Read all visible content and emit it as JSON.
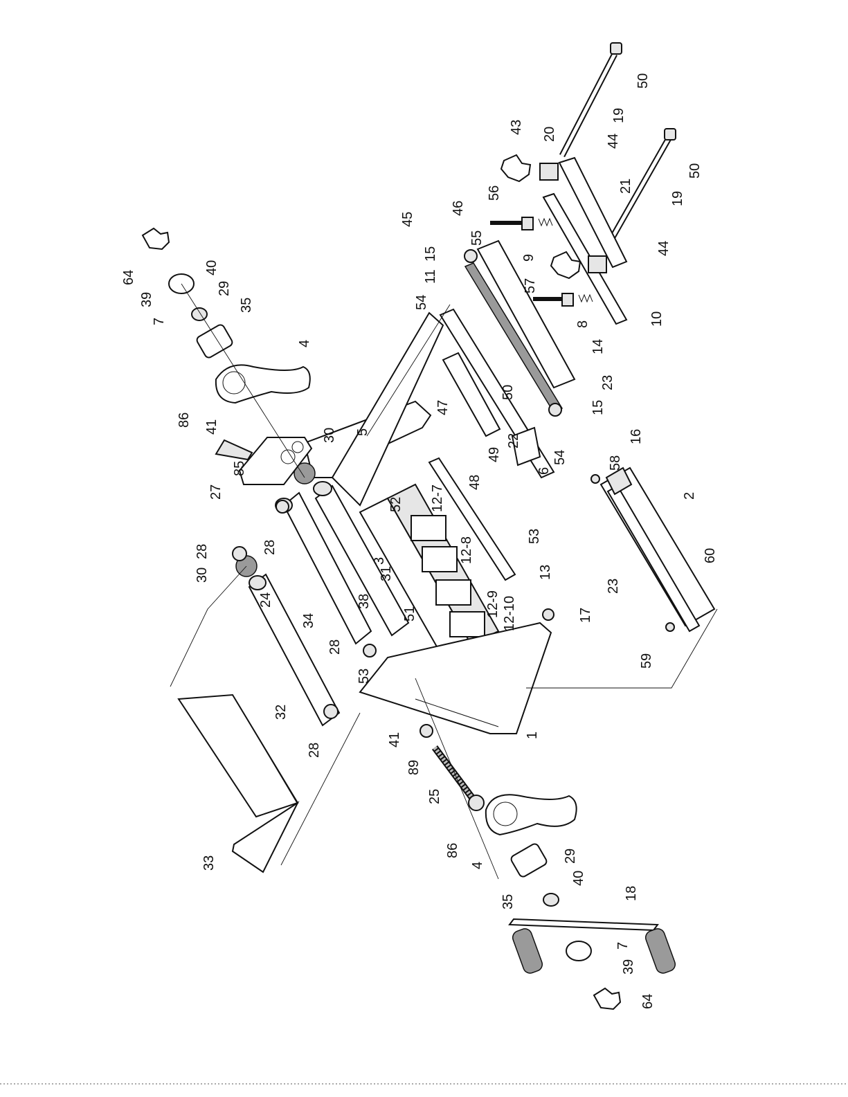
{
  "callouts": [
    "50",
    "19",
    "43",
    "20",
    "44",
    "50",
    "21",
    "19",
    "45",
    "46",
    "56",
    "55",
    "15",
    "9",
    "44",
    "11",
    "54",
    "57",
    "8",
    "10",
    "64",
    "39",
    "40",
    "29",
    "7",
    "35",
    "4",
    "14",
    "23",
    "50",
    "15",
    "86",
    "41",
    "30",
    "5",
    "47",
    "22",
    "6",
    "54",
    "27",
    "85",
    "49",
    "48",
    "12-7",
    "52",
    "58",
    "16",
    "28",
    "2",
    "30",
    "28",
    "24",
    "3",
    "31",
    "12-8",
    "53",
    "13",
    "34",
    "38",
    "12-9",
    "60",
    "23",
    "51",
    "12-10",
    "28",
    "17",
    "59",
    "53",
    "32",
    "1",
    "41",
    "89",
    "28",
    "25",
    "86",
    "33",
    "4",
    "29",
    "35",
    "40",
    "18",
    "7",
    "39",
    "64"
  ],
  "colors": {
    "ink": "#111111",
    "fill": "#ffffff",
    "shade": "#e6e6e6",
    "dark": "#9a9a9a"
  }
}
